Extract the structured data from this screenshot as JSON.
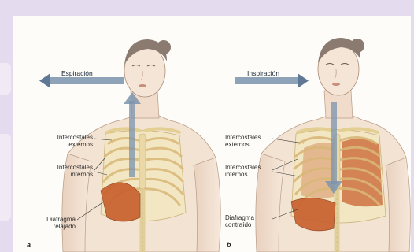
{
  "panels": [
    {
      "letter": "a",
      "arrow_label": "Espiración",
      "labels": {
        "ext": "Intercostales\nexternos",
        "int": "Intercostales\ninternos",
        "dia": "Diafragma\nrelajado"
      }
    },
    {
      "letter": "b",
      "arrow_label": "Inspiración",
      "labels": {
        "ext": "Intercostales\nexternos",
        "int": "Intercostales\ninternos",
        "dia": "Diafragma\ncontraído"
      }
    }
  ],
  "colors": {
    "frame": "#e4dcee",
    "skin": "#f3e3d3",
    "bone": "#efe2b0",
    "muscle": "#c9612f",
    "arrow": "#7b93ad"
  }
}
